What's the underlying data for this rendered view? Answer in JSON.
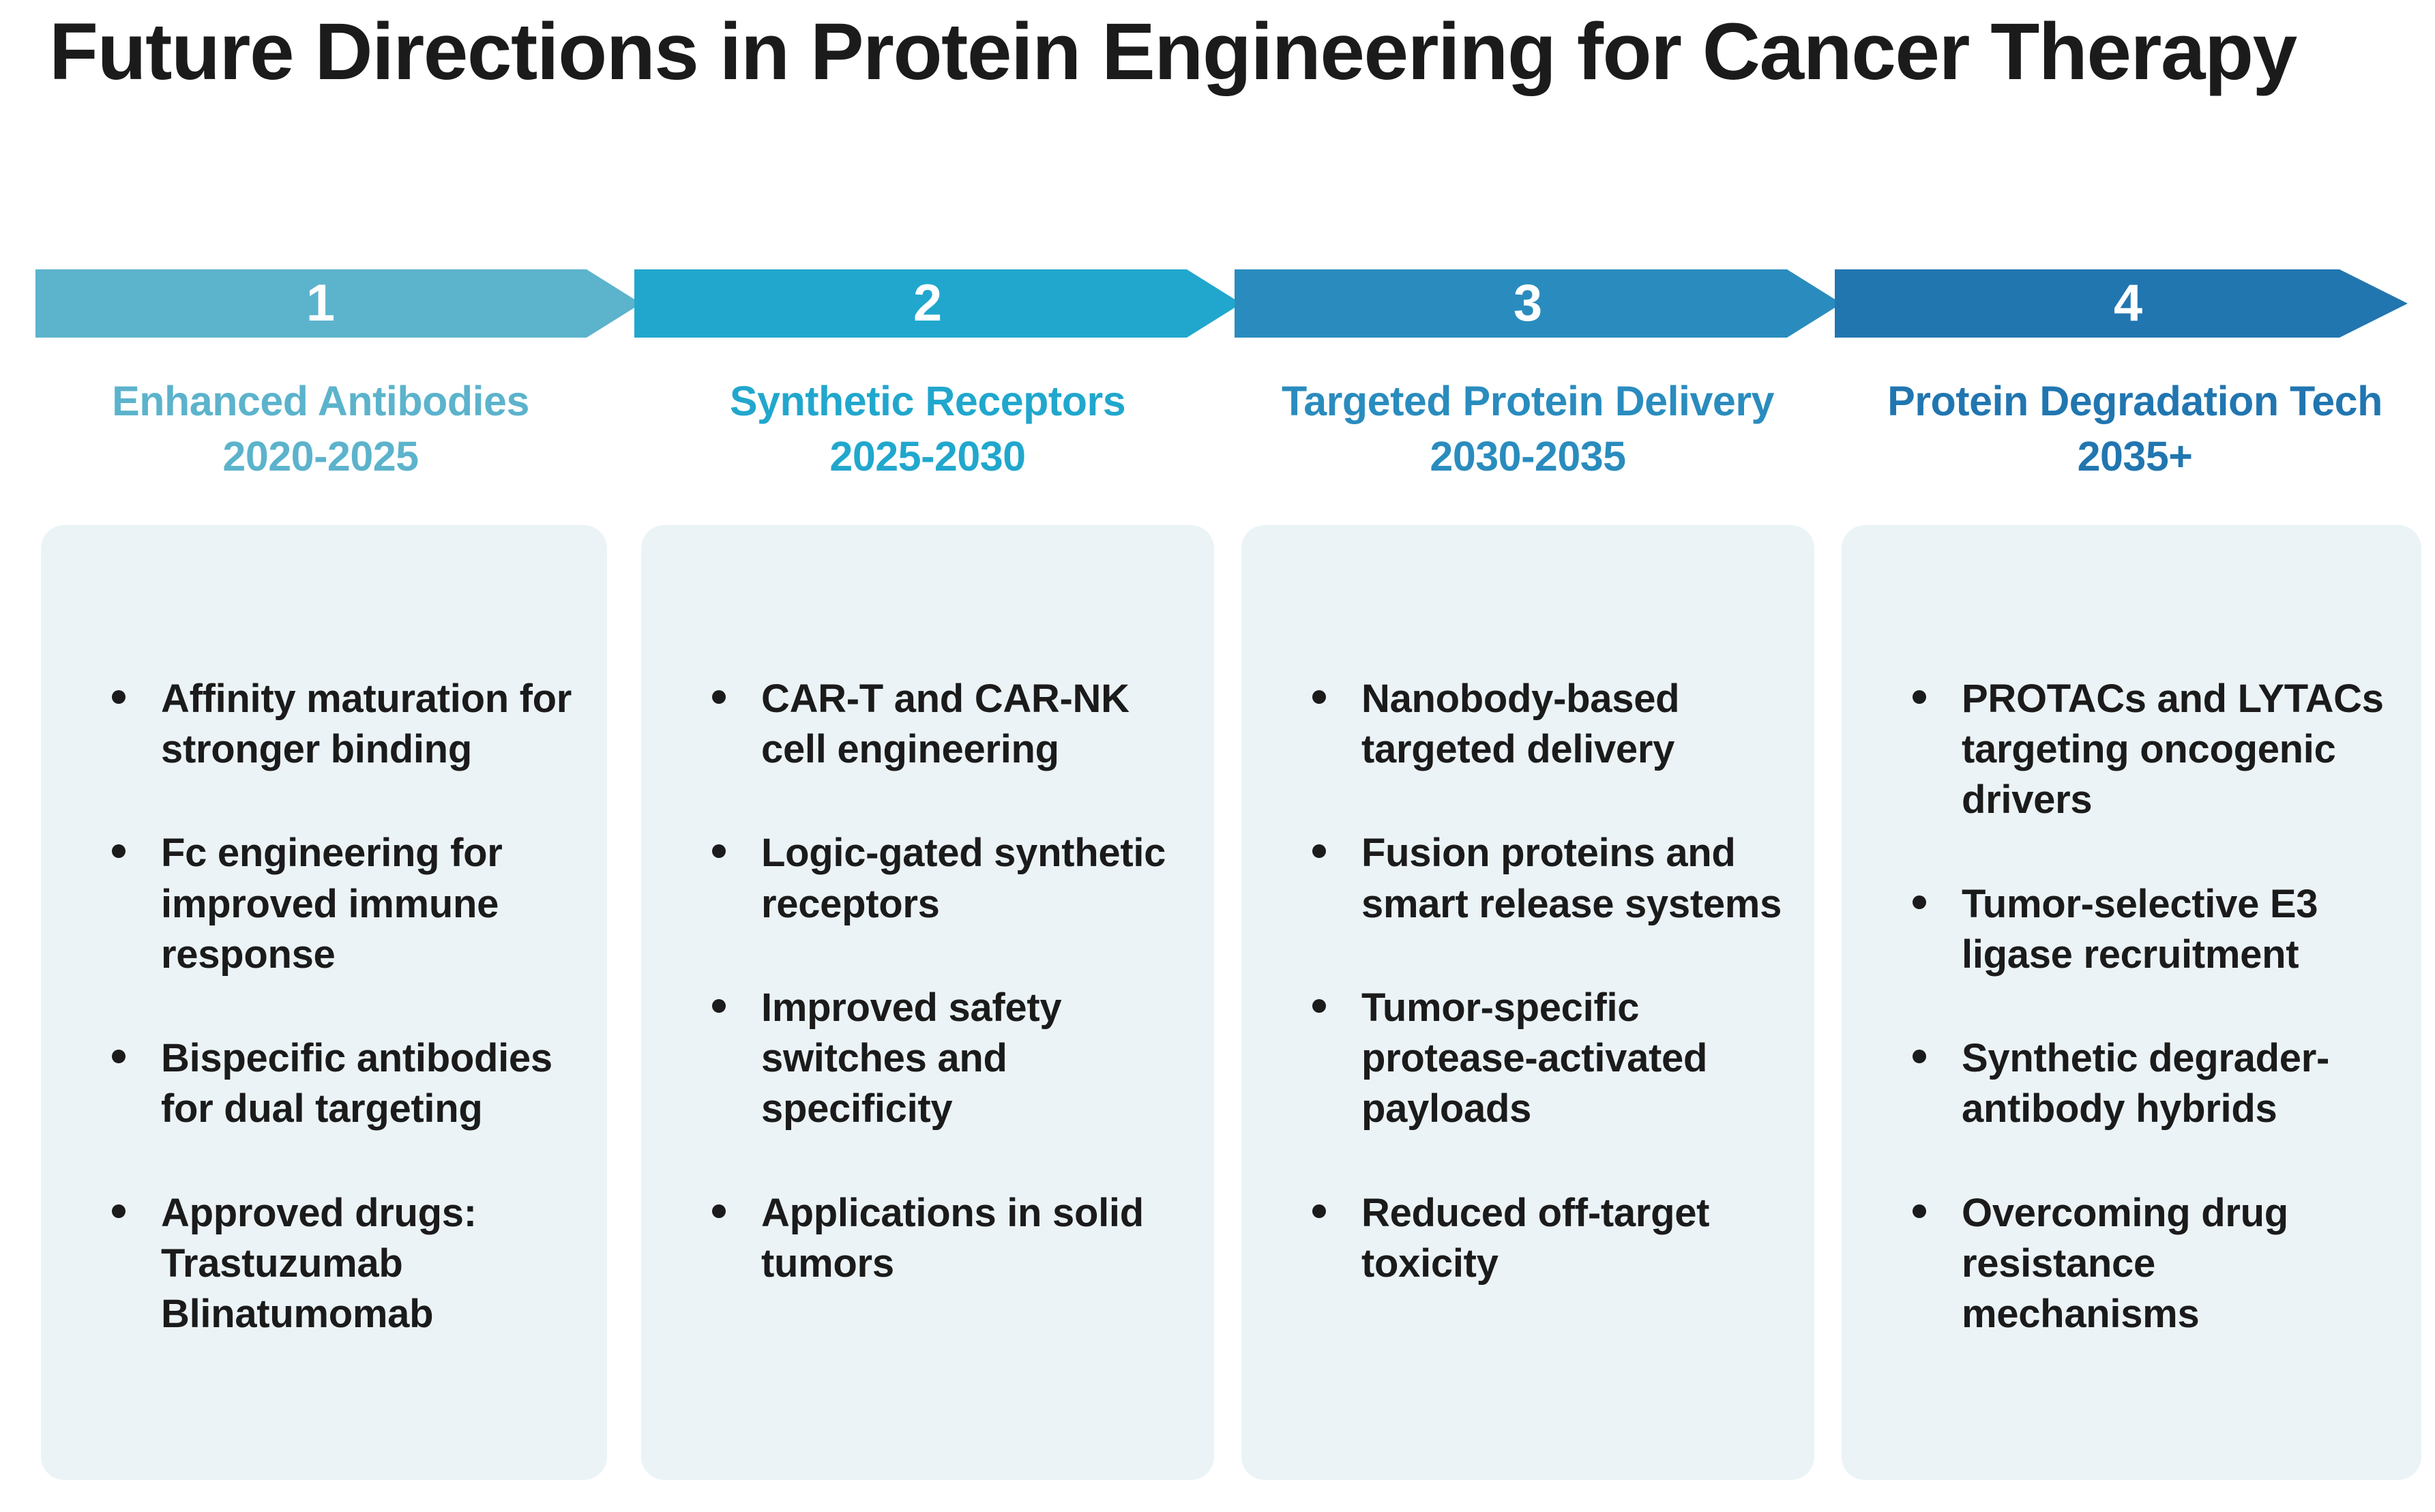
{
  "title": "Future Directions in Protein Engineering for Cancer Therapy",
  "colors": {
    "step1": "#5cb3cc",
    "step2": "#21a7cd",
    "step3": "#2a8cbe",
    "step4": "#2176b0",
    "card_bg": "#ebf3f6",
    "text_dark": "#1b1b1b",
    "page_bg": "#ffffff"
  },
  "timeline": {
    "steps": [
      {
        "number": "1",
        "title": "Enhanced Antibodies",
        "period": "2020-2025",
        "color": "#5cb3cc",
        "items": [
          "Affinity maturation for stronger binding",
          "Fc engineering for improved immune response",
          "Bispecific antibodies for dual targeting",
          "Approved drugs: Trastuzumab Blinatumomab"
        ]
      },
      {
        "number": "2",
        "title": "Synthetic Receptors",
        "period": "2025-2030",
        "color": "#21a7cd",
        "items": [
          "CAR-T and CAR-NK cell engineering",
          "Logic-gated synthetic receptors",
          "Improved safety switches and specificity",
          "Applications in solid tumors"
        ]
      },
      {
        "number": "3",
        "title": "Targeted Protein Delivery",
        "period": "2030-2035",
        "color": "#2a8cbe",
        "items": [
          "Nanobody-based targeted delivery",
          "Fusion proteins and smart release systems",
          "Tumor-specific protease-activated payloads",
          "Reduced off-target toxicity"
        ]
      },
      {
        "number": "4",
        "title": "Protein Degradation Tech",
        "period": "2035+",
        "color": "#2176b0",
        "items": [
          "PROTACs and LYTACs targeting oncogenic drivers",
          "Tumor-selective E3 ligase recruitment",
          "Synthetic degrader-antibody hybrids",
          "Overcoming drug resistance mechanisms"
        ]
      }
    ]
  }
}
